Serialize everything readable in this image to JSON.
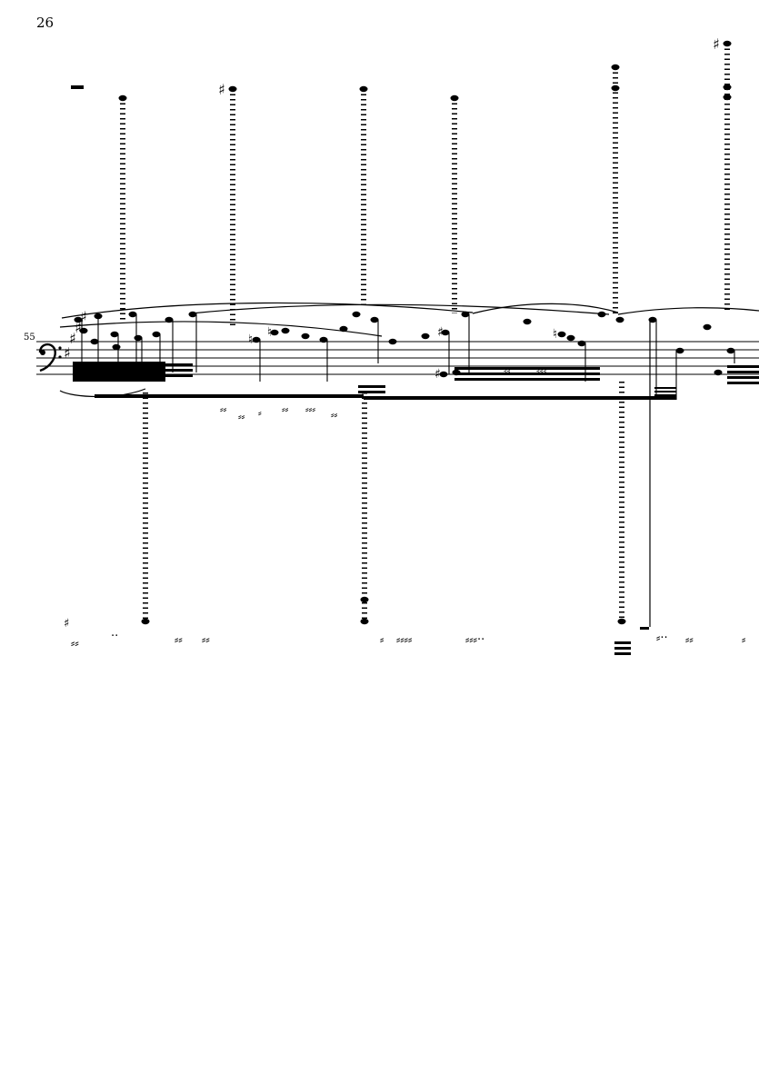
{
  "page": {
    "page_number": "26",
    "measure_number": "55"
  },
  "staff": {
    "clef": "bass",
    "key_signature": "sharps",
    "ink_color": "#000000",
    "paper_color": "#ffffff"
  }
}
